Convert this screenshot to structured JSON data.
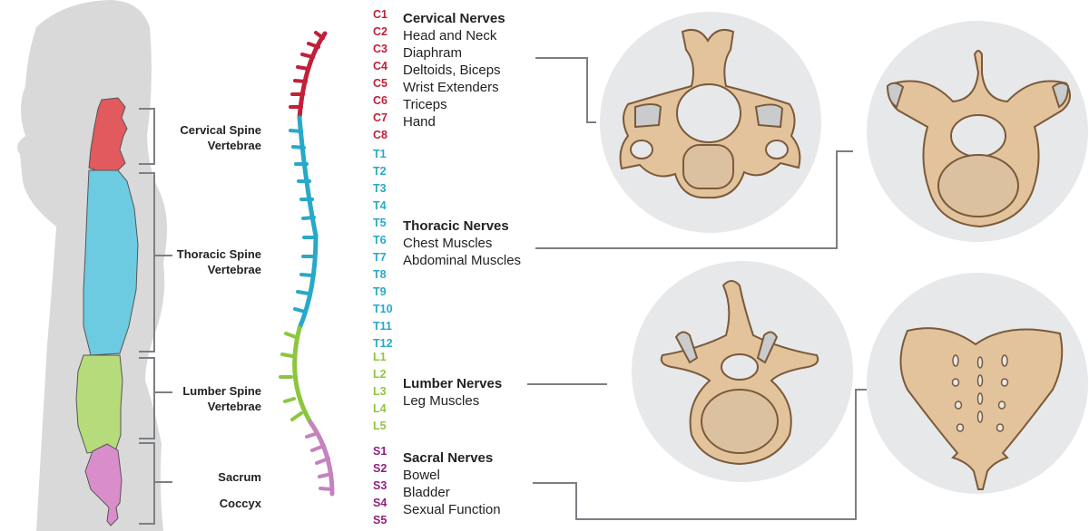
{
  "colors": {
    "cervical": "#c0203a",
    "thoracic": "#27a9c9",
    "lumbar": "#8cc63f",
    "sacral": "#c583bd",
    "sacral_label": "#8e1f7e",
    "silhouette": "#d9d9d9",
    "circle": "#e7e8ea",
    "bone": "#e2c39c",
    "bone_outline": "#7a5a3a",
    "connector": "#7b7f84"
  },
  "spine_regions": [
    {
      "name": "Cervical Spine",
      "line2": "Vertebrae"
    },
    {
      "name": "Thoracic Spine",
      "line2": "Vertebrae"
    },
    {
      "name": "Lumber Spine",
      "line2": "Vertebrae"
    },
    {
      "name": "Sacrum",
      "line2": ""
    },
    {
      "name": "Coccyx",
      "line2": ""
    }
  ],
  "nerve_levels": {
    "cervical": [
      "C1",
      "C2",
      "C3",
      "C4",
      "C5",
      "C6",
      "C7",
      "C8"
    ],
    "thoracic": [
      "T1",
      "T2",
      "T3",
      "T4",
      "T5",
      "T6",
      "T7",
      "T8",
      "T9",
      "T10",
      "T11",
      "T12"
    ],
    "lumbar": [
      "L1",
      "L2",
      "L3",
      "L4",
      "L5"
    ],
    "sacral": [
      "S1",
      "S2",
      "S3",
      "S4",
      "S5"
    ]
  },
  "nerve_groups": [
    {
      "title": "Cervical Nerves",
      "items": [
        "Head and Neck",
        "Diaphram",
        "Deltoids, Biceps",
        "Wrist Extenders",
        "Triceps",
        "Hand"
      ]
    },
    {
      "title": "Thoracic Nerves",
      "items": [
        "Chest Muscles",
        "Abdominal Muscles"
      ]
    },
    {
      "title": "Lumber Nerves",
      "items": [
        "Leg Muscles"
      ]
    },
    {
      "title": "Sacral Nerves",
      "items": [
        "Bowel",
        "Bladder",
        "Sexual Function"
      ]
    }
  ],
  "vertebra_illustrations": [
    "cervical-vertebra",
    "thoracic-vertebra",
    "lumbar-vertebra",
    "sacrum"
  ]
}
